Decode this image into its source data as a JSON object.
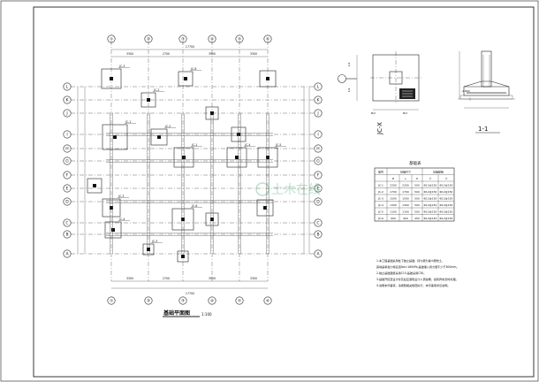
{
  "plan": {
    "title": "基础平面图",
    "scale": "1:100",
    "axis_x": [
      "①",
      "②",
      "③",
      "④",
      "⑤",
      "⑥"
    ],
    "axis_y": [
      "A",
      "B",
      "C",
      "D",
      "E",
      "F",
      "G",
      "H",
      "I",
      "J",
      "K",
      "L"
    ],
    "dims_top": [
      "3300",
      "2700",
      "3900",
      "3300"
    ],
    "dims_total": "17700",
    "footings": [
      {
        "label": "JC-3"
      },
      {
        "label": "JC-6"
      },
      {
        "label": "JC-2"
      },
      {
        "label": "JC-1"
      },
      {
        "label": "JC-1"
      },
      {
        "label": "JC-4"
      },
      {
        "label": "JC-5"
      },
      {
        "label": "JC-2"
      },
      {
        "label": "JC-3"
      },
      {
        "label": "JC-6"
      },
      {
        "label": "JC-4"
      },
      {
        "label": "JC-5"
      }
    ]
  },
  "detail_a": {
    "label": "JC-X"
  },
  "detail_b": {
    "label": "1-1",
    "elev": "-1.800"
  },
  "table": {
    "title": "基础表",
    "headers": [
      "编号",
      "基础尺寸",
      "",
      "",
      "基础配筋",
      ""
    ],
    "subheaders": [
      "",
      "B",
      "L",
      "H",
      "①",
      "②"
    ],
    "rows": [
      [
        "JC-1",
        "2200",
        "2200",
        "500",
        "Φ12@150",
        "Φ12@150"
      ],
      [
        "JC-2",
        "1700",
        "1700",
        "500",
        "Φ12@150",
        "Φ12@150"
      ],
      [
        "JC-3",
        "1500",
        "1500",
        "500",
        "Φ12@150",
        "Φ12@150"
      ],
      [
        "JC-4",
        "1300",
        "1300",
        "500",
        "Φ12@150",
        "Φ12@150"
      ],
      [
        "JC-5",
        "1100",
        "1100",
        "500",
        "Φ12@150",
        "Φ12@150"
      ],
      [
        "JC-6",
        "900",
        "900",
        "450",
        "Φ12@150",
        "Φ12@150"
      ]
    ]
  },
  "notes": [
    "1.本工程基础采用柱下独立基础，持力层为第②层粉土，",
    "  其地基承载力特征值fak=160kPa,基础埋入持力层不少于300mm。",
    "2.独立基础垫层采用C15,基础采用C30。",
    "3.基础开挖至设计标高后应通知设计人员验槽，如有异常及时处理。",
    "4.说明未尽事项，请按照相关规范执行，未尽事项详见说明。"
  ],
  "watermark": "土木在线"
}
